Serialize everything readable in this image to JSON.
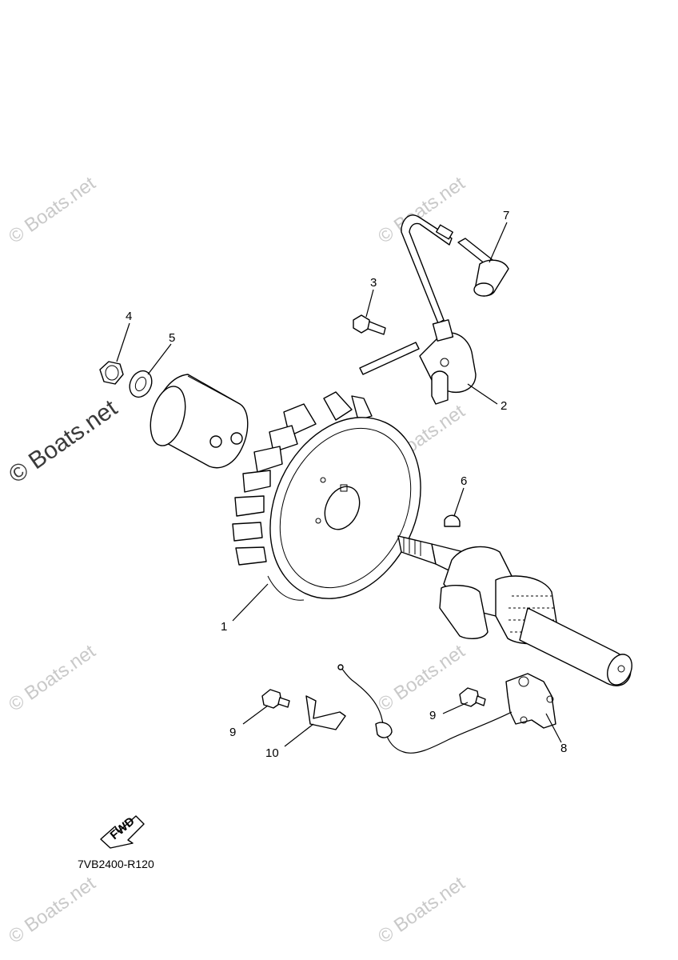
{
  "diagram": {
    "drawing_code": "7VB2400-R120",
    "fwd_label": "FWD",
    "watermark_text": "© Boats.net",
    "callouts": [
      {
        "label": "1",
        "part": "flywheel"
      },
      {
        "label": "2",
        "part": "ignition-coil"
      },
      {
        "label": "3",
        "part": "coil-bolt"
      },
      {
        "label": "4",
        "part": "flywheel-nut"
      },
      {
        "label": "5",
        "part": "washer"
      },
      {
        "label": "6",
        "part": "woodruff-key"
      },
      {
        "label": "7",
        "part": "spark-plug-cap"
      },
      {
        "label": "8",
        "part": "sensor-assembly"
      },
      {
        "label": "9",
        "part": "sensor-bolt"
      },
      {
        "label": "9",
        "part": "bracket-bolt"
      },
      {
        "label": "10",
        "part": "bracket"
      }
    ]
  }
}
